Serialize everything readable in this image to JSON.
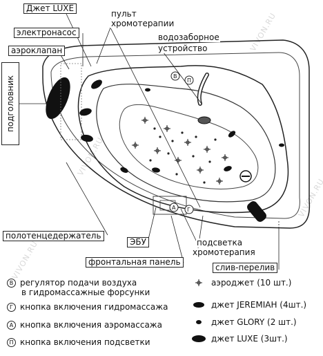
{
  "labels": {
    "jet_luxe_top": "Джет LUXE",
    "remote_1": "пульт",
    "remote_2": "хромотерапии",
    "pump": "электронасос",
    "air_valve": "аэроклапан",
    "headrest": "подголовник",
    "intake_1": "водозаборное",
    "intake_2": "устройство",
    "towel": "полотенцедержатель",
    "ebu": "ЭБУ",
    "backlight": "подсветка",
    "chromo": "хромотерапия",
    "front_panel": "фронтальная панель",
    "drain": "слив-перелив"
  },
  "tub_markers": {
    "v": "В",
    "p": "П",
    "a": "А",
    "g": "Г"
  },
  "legend": {
    "air_regulator_symbol": "В",
    "air_regulator_1": "регулятор подачи воздуха",
    "air_regulator_2": "в гидромассажные форсунки",
    "hydro_button_symbol": "Г",
    "hydro_button": "кнопка включения гидромассажа",
    "aero_button_symbol": "А",
    "aero_button": "кнопка включения аэромассажа",
    "light_button_symbol": "П",
    "light_button": "кнопка включения подсветки",
    "aerojet": "аэроджет (10 шт.)",
    "jeremiah": "джет JEREMIAH (4шт.)",
    "glory": "джет GLORY (2 шт.)",
    "luxe": "джет LUXE (3шт.)"
  },
  "watermark": "VIVON.RU"
}
